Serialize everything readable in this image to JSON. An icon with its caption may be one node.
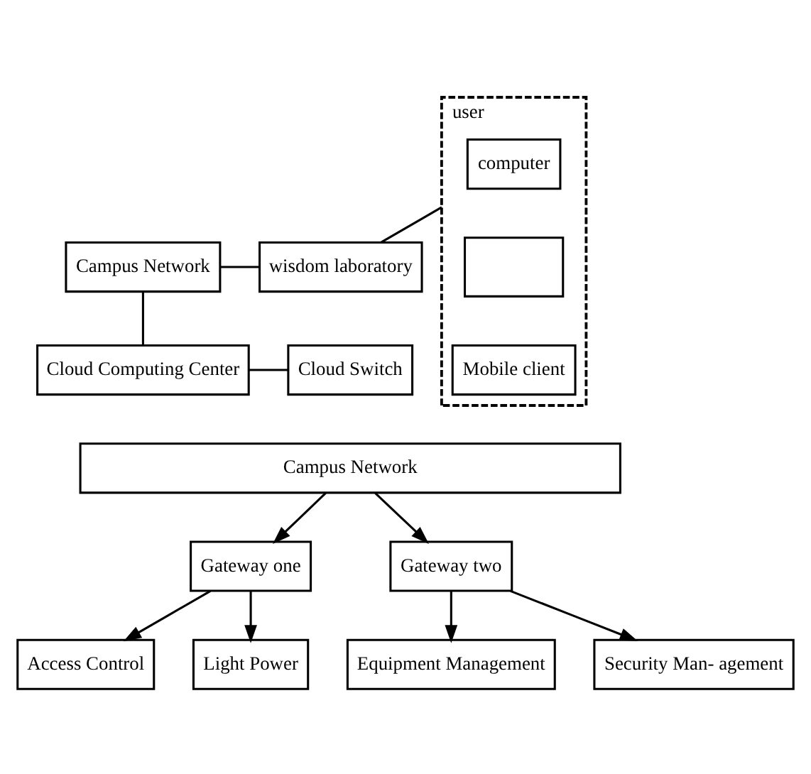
{
  "diagram": {
    "nodes": [
      {
        "text": [
          "Campus Network"
        ]
      },
      {
        "text": [
          "wisdom laboratory"
        ]
      },
      {
        "text": [
          "user"
        ]
      },
      {
        "text": [
          "computer"
        ],
        "in": 2
      },
      {
        "text": [],
        "shape": "box",
        "in": 2
      },
      {
        "text": [
          "Mobile client"
        ],
        "in": 2
      },
      {
        "text": [
          "Cloud Computing Center"
        ]
      },
      {
        "text": [
          "Cloud Switch"
        ]
      },
      {
        "text": [
          "Campus Network"
        ]
      },
      {
        "text": [
          "Gateway one"
        ]
      },
      {
        "text": [
          "Gateway two"
        ]
      },
      {
        "text": [
          "Access Control"
        ]
      },
      {
        "text": [
          "Light Power"
        ]
      },
      {
        "text": [
          "Equipment Management"
        ]
      },
      {
        "text": [
          "Security Man- agement"
        ]
      }
    ],
    "edges": [
      {
        "from": 0,
        "to": 1,
        "arrow": "none"
      },
      {
        "from": 1,
        "to": 2,
        "arrow": "none"
      },
      {
        "from": 0,
        "to": 6,
        "arrow": "none"
      },
      {
        "from": 6,
        "to": 7,
        "arrow": "none"
      },
      {
        "from": 8,
        "to": 9,
        "arrow": "to"
      },
      {
        "from": 8,
        "to": 10,
        "arrow": "to"
      },
      {
        "from": 9,
        "to": 11,
        "arrow": "to"
      },
      {
        "from": 9,
        "to": 12,
        "arrow": "to"
      },
      {
        "from": 10,
        "to": 13,
        "arrow": "to"
      },
      {
        "from": 10,
        "to": 14,
        "arrow": "to"
      }
    ]
  }
}
